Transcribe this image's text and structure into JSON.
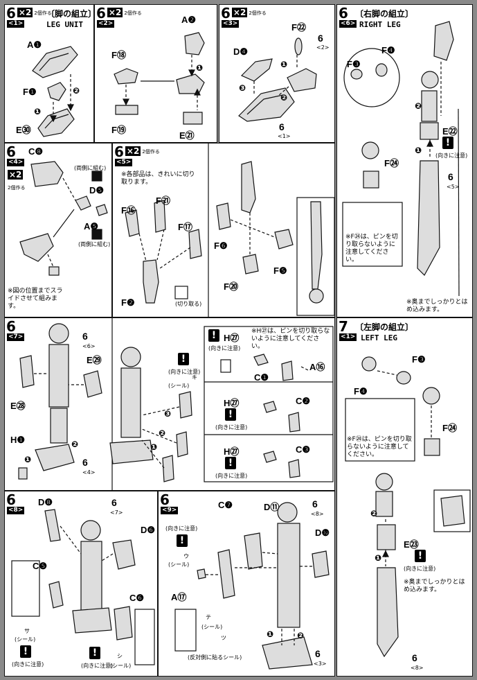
{
  "panels": {
    "p1": {
      "step": "6",
      "sub": "<1>",
      "x": "×2",
      "make": "2個作る",
      "title_jp": "〔脚の組立〕",
      "title_en": "LEG UNIT",
      "labels": {
        "a": "A❶",
        "f": "F❶",
        "e": "E㉚"
      }
    },
    "p2": {
      "step": "6",
      "sub": "<2>",
      "x": "×2",
      "make": "2個作る",
      "labels": {
        "a": "A❷",
        "f18": "F⑱",
        "f19": "F⑲",
        "e21": "E㉑"
      }
    },
    "p3": {
      "step": "6",
      "sub": "<3>",
      "x": "×2",
      "make": "2個作る",
      "labels": {
        "f22": "F㉒",
        "d4": "D❹",
        "ref": "6",
        "refsub": "<2>",
        "ref2": "6",
        "ref2sub": "<1>"
      }
    },
    "p4": {
      "step": "6",
      "sub": "<6>",
      "title_jp": "〔右脚の組立〕",
      "title_en": "RIGHT LEG",
      "labels": {
        "f3": "F❸",
        "f4": "F❹",
        "f24": "F㉔",
        "e22": "E㉒",
        "ref": "6",
        "refsub": "<5>"
      },
      "caution": "(向きに注意)",
      "note": "※F㉔は、ピンを切り取らないように注意してください。",
      "note2": "※奥までしっかりとはめ込みます。"
    },
    "p5": {
      "step": "6",
      "sub": "<4>",
      "x": "×2",
      "make": "2個作る",
      "labels": {
        "c8": "C❽",
        "d5": "D❺",
        "a5": "A❺"
      },
      "both1": "(両側に組む)",
      "both2": "(両側に組む)",
      "note": "※図の位置までスライドさせて組みます。"
    },
    "p6": {
      "step": "6",
      "sub": "<5>",
      "x": "×2",
      "make": "2個作る",
      "note": "※各部品は、きれいに切り取ります。",
      "labels": {
        "f16": "F⑯",
        "f21": "F㉑",
        "f17": "F⑰",
        "f2": "F❷",
        "f6": "F❻",
        "f5": "F❺",
        "f20": "F⑳"
      },
      "cut": "(切り取る)"
    },
    "p7": {
      "step": "6",
      "sub": "<7>",
      "labels": {
        "e28": "E㉘",
        "e29": "E㉙",
        "h1": "H❶",
        "ref6": "6",
        "ref6sub": "<6>",
        "ref4": "6",
        "ref4sub": "<4>",
        "h27": "H㉗",
        "c1": "C❶",
        "a16": "A⑯",
        "h27b": "H㉗",
        "c2": "C❷",
        "h27c": "H㉗",
        "c3": "C❸"
      },
      "caution": "(向きに注意)",
      "seal": "(シール)",
      "sealkey": "キ",
      "note": "※H㉗は、ピンを切り取らないように注意してください。"
    },
    "p8": {
      "step": "7",
      "sub": "<1>",
      "title_jp": "〔左脚の組立〕",
      "title_en": "LEFT LEG",
      "labels": {
        "f3": "F❸",
        "f4": "F❹",
        "f24": "F㉔",
        "e23": "E㉓",
        "ref": "6",
        "refsub": "<8>"
      },
      "caution": "(向きに注意)",
      "note": "※F㉔は、ピンを切り取らないように注意してください。",
      "note2": "※奥までしっかりとはめ込みます。"
    },
    "p9": {
      "step": "6",
      "sub": "<8>",
      "labels": {
        "d8": "D❽",
        "d6": "D❻",
        "c5": "C❺",
        "c6": "C❻",
        "ref": "6",
        "refsub": "<7>"
      },
      "seal": "(シール)",
      "sealkey": "サ",
      "sealkey2": "シ",
      "caution": "(向きに注意)"
    },
    "p10": {
      "step": "6",
      "sub": "<9>",
      "labels": {
        "c7": "C❼",
        "d11": "D⑪",
        "d10": "D❿",
        "a17": "A⑰",
        "ref": "6",
        "refsub": "<8>",
        "ref3": "6",
        "ref3sub": "<3>"
      },
      "caution": "(向きに注意)",
      "seal": "(シール)",
      "sealkey": "ウ",
      "sealkey2": "テ",
      "sealkey3": "ツ",
      "reverse": "(反対側に貼るシール)"
    }
  }
}
